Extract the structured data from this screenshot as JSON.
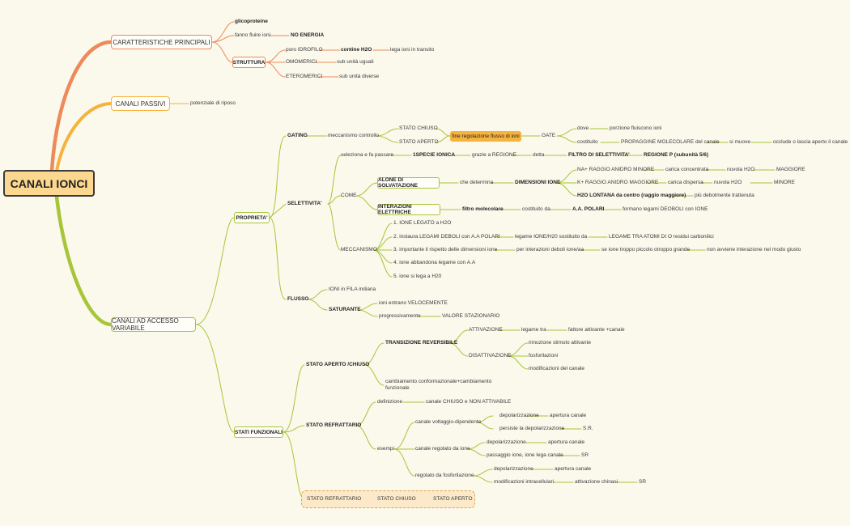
{
  "root": "CANALI IONCI",
  "colors": {
    "orange": "#ee8a5a",
    "amber": "#f6b23b",
    "green": "#a6c63a",
    "node_fill": "#fbd78f",
    "background": "#fbf8ec"
  },
  "branches": {
    "caratteristiche": {
      "label": "CARATTERISTICHE PRINCIPALI",
      "glicoproteine": "glicoproteine",
      "fanno_fluire": "fanno fluire ioni",
      "no_energia": "NO ENERGIA",
      "struttura": "STRUTTURA",
      "poro": "poro IDROFILO",
      "contine": "contine H2O",
      "lega": "lega ioni in transito",
      "omomerici": "OMOMERICI",
      "sub_uguali": "sub unità uguali",
      "eteromerici": "ETEROMERICI",
      "sub_diverse": "sub unità diverse"
    },
    "passivi": {
      "label": "CANALI PASSIVI",
      "potenziale": "potenziale di riposo"
    },
    "variabile": {
      "label": "CANALI AD ACCESSO VARIABILE",
      "proprieta": "PROPRIETA'",
      "gating": "GATING",
      "meccanismo_controllo": "meccanismo controllo",
      "stato_chiuso": "STATO CHIUSO",
      "stato_aperto": "STATO APERTO",
      "fine_regolazione": "fine regolazione flusso di ioni",
      "gate": "GATE",
      "dove": "dove",
      "porzione": "porzione fluiscono ioni",
      "costituito": "costituito",
      "propaggine": "PROPAGGINE MOLECOLARE del canale",
      "si_muove": "si muove",
      "occlude": "occlude o lascia aperto il canale",
      "selettivita": "SELETTIVITA'",
      "seleziona": "seleziona e fa passare",
      "una_specie": "1SPECIE IONICA",
      "grazie": "grazie a REGIONE",
      "detta": "detta",
      "filtro": "FILTRO DI SELETTIVITA'",
      "regione_p": "REGIONE P (subunità 5/6)",
      "come": "COME",
      "alone": "ALONE DI SOLVATAZIONE",
      "che_determina": "che determina",
      "dimensioni": "DIMENSIONI IONE",
      "na": "NA+ RAGGIO ANIDRO MINORE",
      "carica_conc": "carica concentrata",
      "nuvola1": "nuvola H2O",
      "maggiore": "MAGGIORE",
      "k": "K+ RAGGIO ANIDRO MAGGIORE",
      "carica_disp": "carica dispersa",
      "nuvola2": "nuvola H2O",
      "minore": "MINORE",
      "h2o_lontana": "H2O LONTANA da centro (raggio maggiore)",
      "piu_debolmente": "più debolmente trattenuta",
      "interazioni": "INTERAZIONI ELETTRICHE",
      "filtro_mol": "filtro molecolare",
      "costituito_da": "costituito da",
      "aa_polari": "A.A. POLARI",
      "formano": "formano legami DEOBOLI con IONE",
      "meccanismo": "MECCANISMO",
      "m1": "1. IONE LEGATO a H2O",
      "m2": "2. instaura LEGAMI DEBOLI con A.A POLARI",
      "m2b": "legame IONE/H20 sostituito da",
      "m2c": "LEGAME TRA ATOMI DI O residui carbonilici",
      "m3": "3. importante il rispetto delle dimensioni ione",
      "m3b": "per interazioni deboli ione/aa",
      "m3c": "se ione troppo piccolo otroppo grande",
      "m3d": "non avviene interazione nel modo giusto",
      "m4": "4. ione abbandona legame con A.A",
      "m5": "5. ione si lega a H20",
      "flusso": "FLUSSO",
      "ioni_fila": "IONI in FILA indiana",
      "saturante": "SATURANTE",
      "ioni_entrano": "ioni entrano VELOCEMENTE",
      "progressivamente": "progressivamente",
      "valore": "VALORE STAZIONARIO",
      "stati": "STATI FUNZIONALI",
      "aperto_chiuso": "STATO APERTO /CHIUSO",
      "transizione": "TRANSIZIONE REVERSIBILE",
      "attivazione": "ATTIVAZIONE",
      "legame_tra": "legame tra",
      "fattore": "fattore attivante +canale",
      "disattivazione": "DISATTIVAZIONE",
      "rimozione": "rimozione stimolo attivante",
      "fosforilazioni": "fosforilazioni",
      "modificazioni": "modificazioni del canale",
      "cambiamento1": "cambiamento conformazionale+cambiamento",
      "cambiamento2": "funzionale",
      "refrattario": "STATO REFRATTARIO",
      "definizione": "definizione",
      "canale_chiuso": "canale CHIUSO e NON ATTIVABILE",
      "esempi": "esempi",
      "voltaggio": "canale voltaggio-dipendente",
      "depol1": "depolarizzazione",
      "apertura1": "apertura canale",
      "persiste": "persiste la depolarizzazione",
      "sr1": "S.R.",
      "regolato_ione": "canale regolato da ione",
      "depol2": "depolarizzazione",
      "apertura2": "apertura canale",
      "passaggio": "passaggio ione, ione lega canale",
      "sr2": "SR",
      "regolato_fosf": "regolato da fosforilazione",
      "depol3": "depolarizzazione",
      "apertura3": "apertura canale",
      "modif_intra": "modificazioni intracellulari",
      "attivazione_chinasi": "attivazione chinasi",
      "sr3": "SR",
      "seq_refrattario": "STATO REFRATTARIO",
      "seq_chiuso": "STATO CHIUSO",
      "seq_aperto": "STATO APERTO"
    }
  }
}
